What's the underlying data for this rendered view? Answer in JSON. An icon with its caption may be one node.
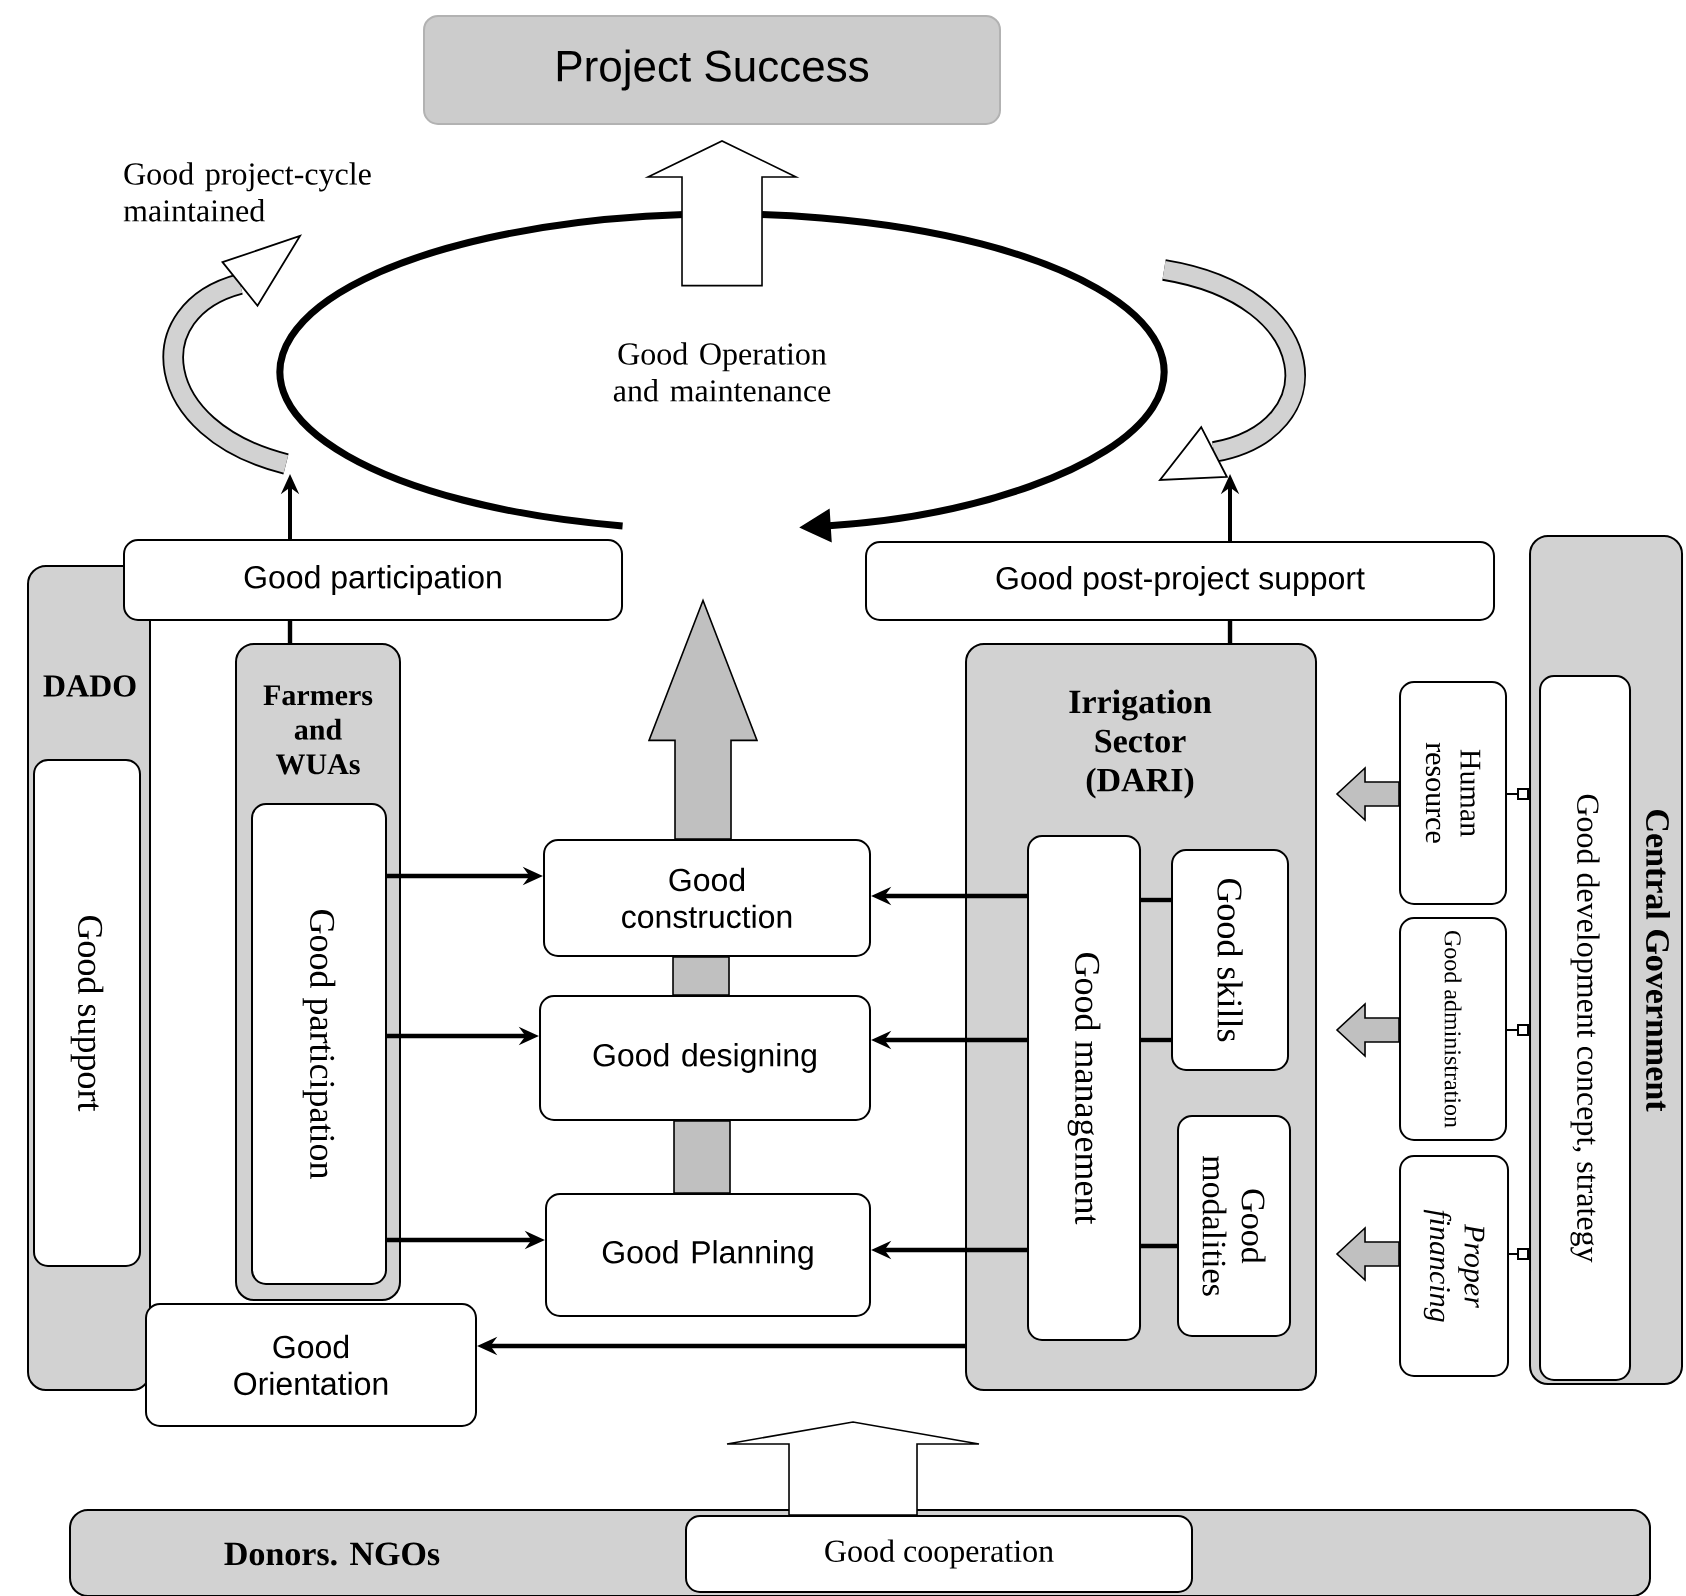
{
  "diagram": {
    "nodes": [
      {
        "text": [
          "Project Success"
        ]
      },
      {
        "text": [
          "Good Operation and maintenance"
        ]
      },
      {
        "text": [
          "Good participation"
        ]
      },
      {
        "text": [
          "Good post-project support"
        ]
      },
      {
        "text": [
          "DADO"
        ]
      },
      {
        "text": [
          "Good support"
        ],
        "in": 4
      },
      {
        "text": [
          "Farmers and WUAs"
        ]
      },
      {
        "text": [
          "Good participation"
        ],
        "in": 6
      },
      {
        "text": [
          "Good construction"
        ]
      },
      {
        "text": [
          "Good designing"
        ]
      },
      {
        "text": [
          "Good Planning"
        ]
      },
      {
        "text": [
          "Good Orientation"
        ]
      },
      {
        "text": [
          "Irrigation Sector (DARI)"
        ]
      },
      {
        "text": [
          "Good management"
        ],
        "in": 12
      },
      {
        "text": [
          "Good skills"
        ],
        "in": 12
      },
      {
        "text": [
          "Good modalities"
        ],
        "in": 12
      },
      {
        "text": [
          "Central Government"
        ]
      },
      {
        "text": [
          "Good development concept, strategy"
        ],
        "in": 16
      },
      {
        "text": [
          "Human resource"
        ]
      },
      {
        "text": [
          "Good administration"
        ]
      },
      {
        "text": [
          "Proper financing"
        ]
      },
      {
        "text": [
          "Donors. NGOs"
        ]
      },
      {
        "text": [
          "Good cooperation"
        ],
        "in": 21
      }
    ],
    "edges": [
      {
        "from": 1,
        "to": 0,
        "arrow": "to",
        "style": "thick"
      },
      {
        "from": 10,
        "to": 9,
        "arrow": "none",
        "style": "thick",
        "color": "#c0c0c0"
      },
      {
        "from": 9,
        "to": 8,
        "arrow": "none",
        "style": "thick",
        "color": "#c0c0c0"
      },
      {
        "from": 8,
        "to": 1,
        "arrow": "to",
        "style": "thick",
        "color": "#c0c0c0"
      },
      {
        "from": 2,
        "to": 1,
        "arrow": "to"
      },
      {
        "from": 3,
        "to": null,
        "arrow": "to"
      },
      {
        "from": 6,
        "to": 2,
        "arrow": "none"
      },
      {
        "from": 12,
        "to": 3,
        "arrow": "none"
      },
      {
        "from": 7,
        "to": 8,
        "arrow": "to"
      },
      {
        "from": 7,
        "to": 9,
        "arrow": "to"
      },
      {
        "from": 7,
        "to": 10,
        "arrow": "to"
      },
      {
        "from": 13,
        "to": 8,
        "arrow": "to"
      },
      {
        "from": 13,
        "to": 9,
        "arrow": "to"
      },
      {
        "from": 13,
        "to": 10,
        "arrow": "to"
      },
      {
        "from": 14,
        "to": 13,
        "arrow": "none"
      },
      {
        "from": 14,
        "to": 13,
        "arrow": "none"
      },
      {
        "from": 15,
        "to": 13,
        "arrow": "none"
      },
      {
        "from": 12,
        "to": 11,
        "arrow": "to"
      },
      {
        "from": 16,
        "to": 18,
        "arrow": "other"
      },
      {
        "from": 16,
        "to": 19,
        "arrow": "other"
      },
      {
        "from": 16,
        "to": 20,
        "arrow": "other"
      },
      {
        "from": 18,
        "to": 12,
        "arrow": "to",
        "style": "thick",
        "color": "#c0c0c0"
      },
      {
        "from": 19,
        "to": 12,
        "arrow": "to",
        "style": "thick",
        "color": "#c0c0c0"
      },
      {
        "from": 20,
        "to": 12,
        "arrow": "to",
        "style": "thick",
        "color": "#c0c0c0"
      },
      {
        "from": 22,
        "to": null,
        "arrow": "to",
        "style": "thick"
      }
    ],
    "labels": [
      "Good project-cycle maintained"
    ]
  }
}
